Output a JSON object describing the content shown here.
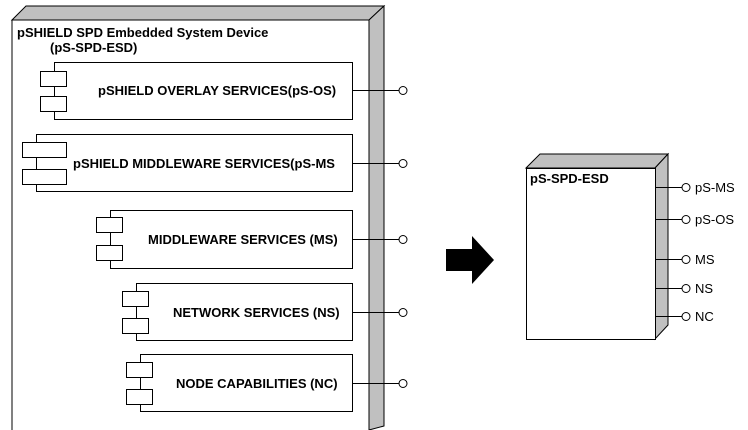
{
  "left_node": {
    "title_line1": "pSHIELD SPD Embedded System Device",
    "title_line2": "(pS-SPD-ESD)",
    "components": [
      {
        "label": "pSHIELD OVERLAY SERVICES(pS-OS)"
      },
      {
        "label": "pSHIELD MIDDLEWARE SERVICES(pS-MS"
      },
      {
        "label": "MIDDLEWARE SERVICES (MS)"
      },
      {
        "label": "NETWORK SERVICES (NS)"
      },
      {
        "label": "NODE CAPABILITIES (NC)"
      }
    ]
  },
  "transform_arrow_icon": "right-arrow-icon",
  "right_node": {
    "title": "pS-SPD-ESD",
    "interfaces": [
      "pS-MS",
      "pS-OS",
      "MS",
      "NS",
      "NC"
    ]
  },
  "colors": {
    "node_shade": "#c0c0c0",
    "outline": "#000000",
    "arrow": "#000000",
    "background": "#ffffff"
  }
}
